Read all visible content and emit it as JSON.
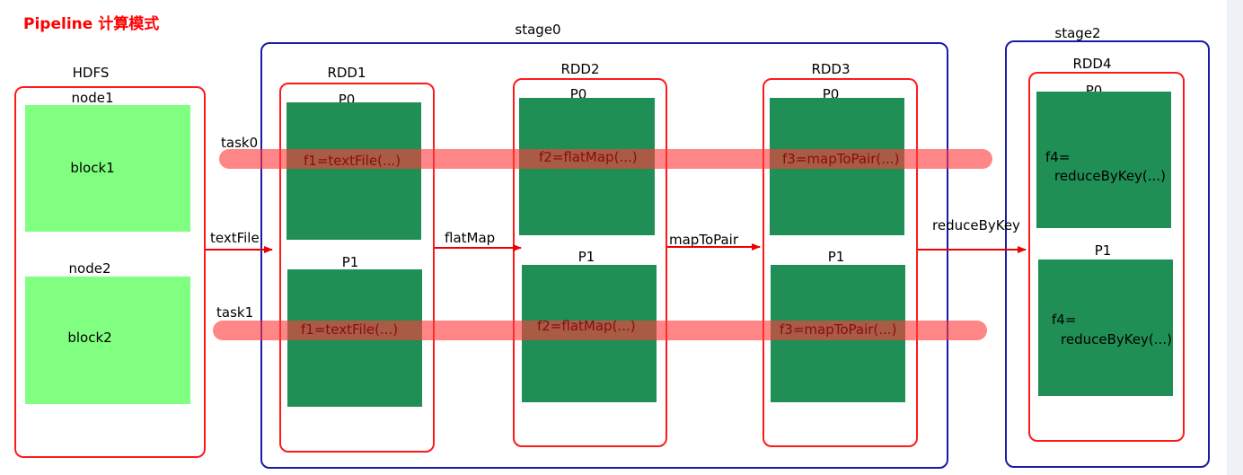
{
  "title": "Pipeline 计算模式",
  "hdfs": {
    "label": "HDFS",
    "nodes": [
      {
        "name": "node1",
        "block": "block1"
      },
      {
        "name": "node2",
        "block": "block2"
      }
    ]
  },
  "stages": {
    "stage0": "stage0",
    "stage2": "stage2"
  },
  "rdds": [
    {
      "name": "RDD1",
      "p0": "P0",
      "p1": "P1",
      "fn": "f1=textFile(...)"
    },
    {
      "name": "RDD2",
      "p0": "P0",
      "p1": "P1",
      "fn": "f2=flatMap(...)"
    },
    {
      "name": "RDD3",
      "p0": "P0",
      "p1": "P1",
      "fn": "f3=mapToPair(...)"
    },
    {
      "name": "RDD4",
      "p0": "P0",
      "p1": "P1",
      "fn_line1": "f4=",
      "fn_line2": "reduceByKey(...)"
    }
  ],
  "operations": [
    "textFile",
    "flatMap",
    "mapToPair",
    "reduceByKey"
  ],
  "tasks": [
    "task0",
    "task1"
  ],
  "colors": {
    "stage_border": "#1a1aa8",
    "rdd_border": "#ff1a1a",
    "block_fill": "#80ff80",
    "partition_fill": "#1f8f55",
    "task_band": "#ff3c3c",
    "arrow": "#ee0000",
    "title": "#ff0000"
  }
}
